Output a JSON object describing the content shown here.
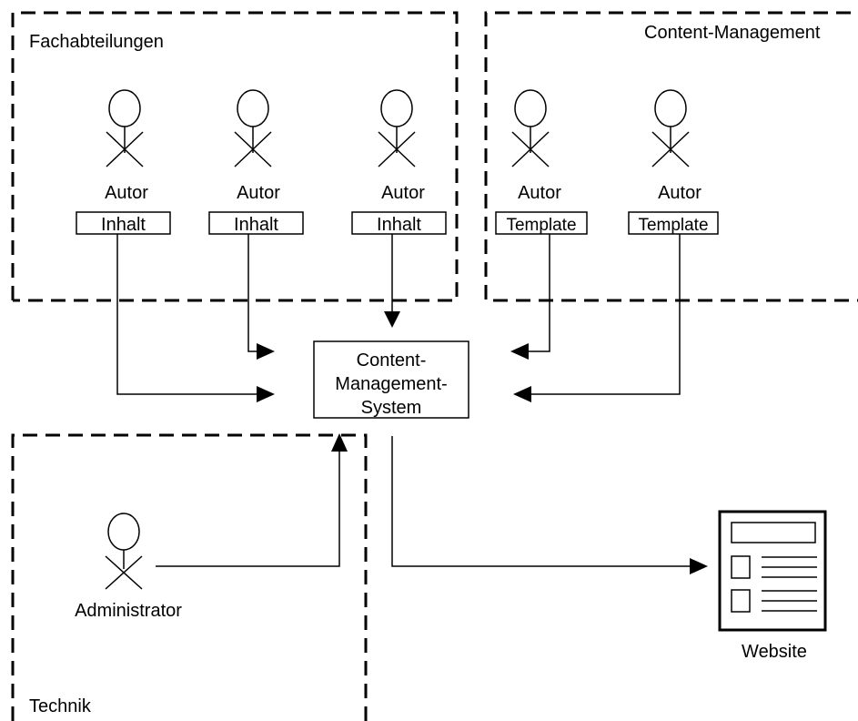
{
  "zones": {
    "fachabteilungen": "Fachabteilungen",
    "content_management": "Content-Management",
    "technik": "Technik"
  },
  "actors": {
    "author_1": "Autor",
    "author_2": "Autor",
    "author_3": "Autor",
    "author_4": "Autor",
    "author_5": "Autor",
    "administrator": "Administrator"
  },
  "artifacts": {
    "inhalt_1": "Inhalt",
    "inhalt_2": "Inhalt",
    "inhalt_3": "Inhalt",
    "template_1": "Template",
    "template_2": "Template"
  },
  "cms": {
    "line1": "Content-",
    "line2": "Management-",
    "line3": "System"
  },
  "website": {
    "label": "Website"
  }
}
